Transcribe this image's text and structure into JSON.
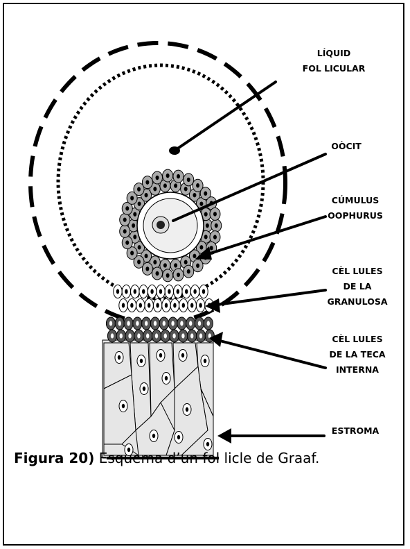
{
  "labels": {
    "liquid_l1": "LÍQUID",
    "liquid_l2": "FOL LICULAR",
    "oocit": "OÒCIT",
    "cumulus_l1": "CÚMULUS",
    "cumulus_l2": "OOPHURUS",
    "granulosa_l1": "CÈL LULES",
    "granulosa_l2": "DE LA",
    "granulosa_l3": "GRANULOSA",
    "teca_l1": "CÈL LULES",
    "teca_l2": "DE LA TECA",
    "teca_l3": "INTERNA",
    "estroma": "ESTROMA"
  },
  "caption": {
    "label": "Figura 20)",
    "text": "Esquema d’un fol licle de Graaf."
  },
  "colors": {
    "cumulus_cell_fill": "#aaaaaa",
    "oocyte_ring_fill": "#efefef",
    "teca_cell_fill": "#555555",
    "stroma_cell_fill": "#e6e6e6",
    "line": "#000000"
  }
}
